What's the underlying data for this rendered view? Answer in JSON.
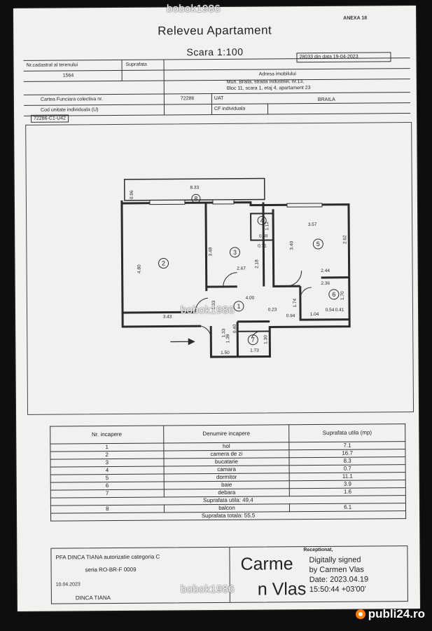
{
  "document": {
    "annex": "ANEXA 18",
    "title": "Releveu Apartament",
    "scale": "Scara 1:100",
    "registration": "28033 din data 19-04-2023",
    "header": {
      "cadastral_label": "Nr.cadastral al terenului",
      "cadastral_value": "1564",
      "area_label": "Suprafata",
      "address_label": "Adresa imobilului",
      "address_line1": "Mun. Braila, strada Industriei, nr.13,",
      "address_line2": "Bloc 11, scara 1, etaj 4, apartament 23",
      "cf_label": "Cartea Funciara colectiva nr.",
      "cf_value": "72286",
      "uat_label": "UAT",
      "unit_label": "Cod unitate individuala (U)",
      "cf_ind_label": "CF individuala",
      "uat_value": "BRAILA"
    },
    "cf_unit_code": "72286-C1-U42"
  },
  "plan": {
    "room_numbers": [
      "1",
      "2",
      "3",
      "4",
      "5",
      "6",
      "7",
      "8"
    ],
    "dims": {
      "balcony_len": "8.33",
      "balcony_w": "0.96",
      "r2_h": "4.80",
      "r2_w": "3.43",
      "r3_h": "3.48",
      "r3_w": "2.67",
      "r3_h2": "2.18",
      "r4_a": "1.12",
      "r4_b": "0.59",
      "r4_c": "0.71",
      "r5_top": "3.57",
      "r5_h1": "3.40",
      "r5_h2": "2.62",
      "r5_w": "2.44",
      "r6_top": "2.36",
      "r6_w": "1.04",
      "r6_h": "1.70",
      "r6_a": "0.54",
      "r6_b": "0.41",
      "hall_w": "4.00",
      "hall_a": "0.33",
      "hall_b": "1.33",
      "hall_c": "0.23",
      "hall_d": "0.94",
      "hall_e": "1.74",
      "hall_f": "1.39",
      "hall_g": "0.40",
      "r7_w": "1.73",
      "r7_h": "1.30",
      "entry_w": "1.50"
    }
  },
  "rooms_table": {
    "col1": "Nr. incapere",
    "col2": "Denumire incapere",
    "col3": "Suprafata utila (mp)",
    "rows": [
      {
        "nr": "1",
        "name": "hol",
        "area": "7.1"
      },
      {
        "nr": "2",
        "name": "camera de zi",
        "area": "16.7"
      },
      {
        "nr": "3",
        "name": "bucatarie",
        "area": "8.3"
      },
      {
        "nr": "4",
        "name": "camara",
        "area": "0.7"
      },
      {
        "nr": "5",
        "name": "dormitor",
        "area": "11.1"
      },
      {
        "nr": "6",
        "name": "baie",
        "area": "3.9"
      },
      {
        "nr": "7",
        "name": "debara",
        "area": "1.6"
      }
    ],
    "usable_label": "Suprafata utila: 49,4",
    "balcony": {
      "nr": "8",
      "name": "balcon",
      "area": "6.1"
    },
    "total_label": "Suprafata totala: 55,5"
  },
  "signature": {
    "company": "PFA DINCA TIANA autorizatie categoria C",
    "serie": "seria RO-BR-F 0009",
    "date": "10.04.2023",
    "name": "DINCA TIANA",
    "receptionat": "Receptionat,",
    "sign_first": "Carme",
    "sign_last": "n Vlas",
    "digital_1": "Digitally signed",
    "digital_2": "by Carmen Vlas",
    "digital_3": "Date: 2023.04.19",
    "digital_4": "15:50:44 +03'00'"
  },
  "watermark": "bobok1986",
  "site_badge": "publi24.ro",
  "colors": {
    "badge": "#ff7a00",
    "paper": "#f1f2f0",
    "ink": "#222222"
  }
}
